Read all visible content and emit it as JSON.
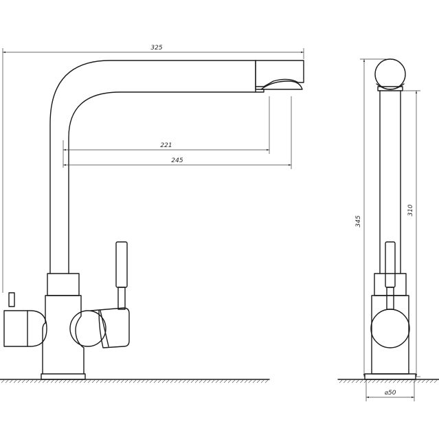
{
  "dimensions": {
    "overall_width": "325",
    "spout_reach_inner": "221",
    "spout_reach_outer": "245",
    "height_total": "345",
    "height_spout": "310",
    "diameter": "⌀50"
  },
  "colors": {
    "line": "#1a1a1a",
    "background": "#ffffff"
  }
}
